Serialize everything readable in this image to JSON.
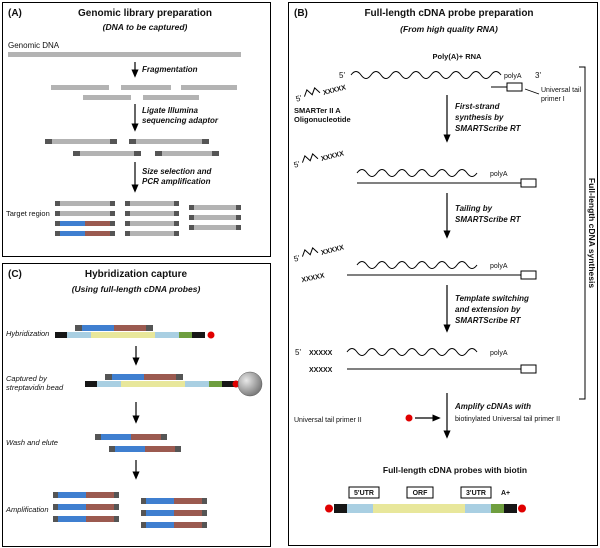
{
  "colors": {
    "fragment_gray": "#b3b3b3",
    "adaptor_dark": "#555555",
    "target_blue": "#3f7fd0",
    "target_dark_red": "#9b5a50",
    "orf_yellow": "#e8e79b",
    "utr_light_blue": "#a9cfe2",
    "tail_green": "#6f9e3f",
    "probe_black": "#161616",
    "biotin_red": "#e00000",
    "bead_gray": "#8c8c8c"
  },
  "panelA": {
    "tag": "(A)",
    "title": "Genomic library preparation",
    "subtitle": "(DNA to be captured)",
    "labels": {
      "genomic_dna": "Genomic DNA",
      "target_region": "Target region"
    },
    "steps": {
      "fragmentation": "Fragmentation",
      "ligate_1": "Ligate Illumina",
      "ligate_2": "sequencing adaptor",
      "size_1": "Size selection and",
      "size_2": "PCR amplification"
    }
  },
  "panelB": {
    "tag": "(B)",
    "title": "Full-length cDNA probe preparation",
    "subtitle": "(From high quality RNA)",
    "labels": {
      "polya_rna": "Poly(A)+ RNA",
      "five_prime": "5'",
      "three_prime": "3'",
      "polya": "polyA",
      "xxxxx": "XXXXX",
      "primer1_line1": "Universal tail",
      "primer1_line2": "primer I",
      "smarter_line1": "SMARTer II A",
      "smarter_line2": "Oligonucleotide",
      "primer2": "Universal tail primer II",
      "bracket": "Full-length cDNA synthesis",
      "final_title": "Full-length cDNA probes with biotin",
      "utr5": "5'UTR",
      "orf": "ORF",
      "utr3": "3'UTR",
      "a_plus": "A+"
    },
    "steps": {
      "s1_line1": "First-strand",
      "s1_line2": "synthesis by",
      "s1_line3": "SMARTScribe RT",
      "s2_line1": "Tailing by",
      "s2_line2": "SMARTScribe RT",
      "s3_line1": "Template switching",
      "s3_line2": "and extension by",
      "s3_line3": "SMARTScribe RT",
      "s4_line1": "Amplify cDNAs with",
      "s4_line2": "biotinylated Universal tail primer II"
    }
  },
  "panelC": {
    "tag": "(C)",
    "title": "Hybridization capture",
    "subtitle": "(Using full-length cDNA probes)",
    "steps": {
      "hybridization": "Hybridization",
      "captured_1": "Captured by",
      "captured_2": "streptavidin bead",
      "wash": "Wash and elute",
      "amplification": "Amplification"
    }
  }
}
